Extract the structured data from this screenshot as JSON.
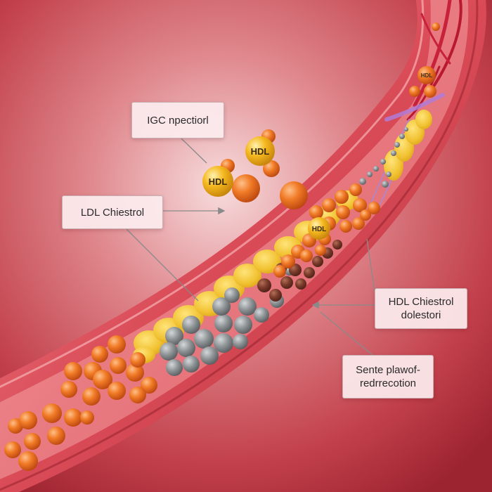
{
  "labels": {
    "igc": "IGC npectiorl",
    "ldl": "LDL Chiestrol",
    "hdl_cholesterol": "HDL Chiestrol\ndolestori",
    "sente": "Sente plawof-\nredrrecotion"
  },
  "particle_labels": {
    "hdl_large_1": "HDL",
    "hdl_large_2": "HDL",
    "hdl_in_vessel": "HDL",
    "hdl_small": "HDL"
  },
  "colors": {
    "background": "#b32f3b",
    "vessel_wall": "#d8545f",
    "lumen": "#e36c73",
    "ldl_particle": "#ec6d21",
    "hdl_particle": "#f3b320",
    "plaque": "#f1c232",
    "gray_particle": "#8f9497",
    "brown_particle": "#7a3a2a"
  }
}
